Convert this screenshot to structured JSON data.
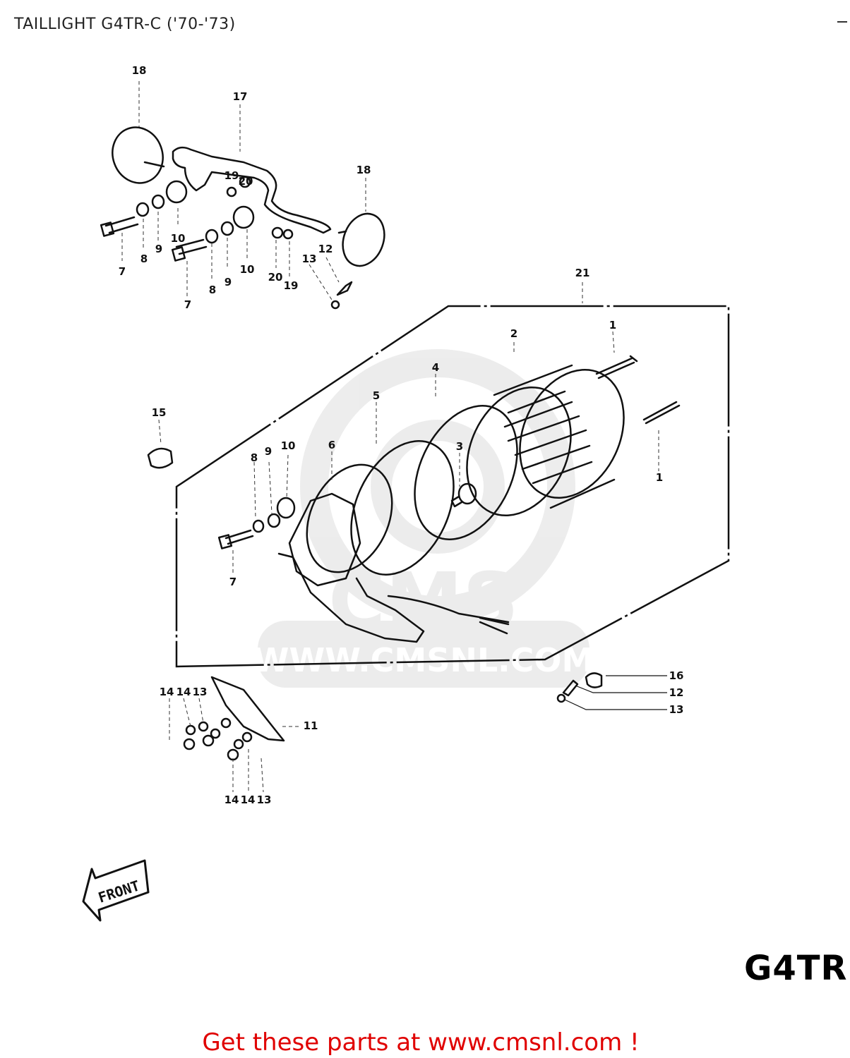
{
  "header": {
    "title": "TAILLIGHT G4TR-C ('70-'73)"
  },
  "diagram": {
    "callouts": [
      {
        "id": "c18a",
        "label": "18"
      },
      {
        "id": "c17",
        "label": "17"
      },
      {
        "id": "c19a",
        "label": "19"
      },
      {
        "id": "c20a",
        "label": "20"
      },
      {
        "id": "c18b",
        "label": "18"
      },
      {
        "id": "c10a",
        "label": "10"
      },
      {
        "id": "c7a",
        "label": "7"
      },
      {
        "id": "c8a",
        "label": "8"
      },
      {
        "id": "c9a",
        "label": "9"
      },
      {
        "id": "c10b",
        "label": "10"
      },
      {
        "id": "c7b",
        "label": "7"
      },
      {
        "id": "c8b",
        "label": "8"
      },
      {
        "id": "c9b",
        "label": "9"
      },
      {
        "id": "c20b",
        "label": "20"
      },
      {
        "id": "c19b",
        "label": "19"
      },
      {
        "id": "c13a",
        "label": "13"
      },
      {
        "id": "c12a",
        "label": "12"
      },
      {
        "id": "c21",
        "label": "21"
      },
      {
        "id": "c2",
        "label": "2"
      },
      {
        "id": "c1a",
        "label": "1"
      },
      {
        "id": "c4",
        "label": "4"
      },
      {
        "id": "c5",
        "label": "5"
      },
      {
        "id": "c15",
        "label": "15"
      },
      {
        "id": "c8c",
        "label": "8"
      },
      {
        "id": "c9c",
        "label": "9"
      },
      {
        "id": "c10c",
        "label": "10"
      },
      {
        "id": "c6",
        "label": "6"
      },
      {
        "id": "c3",
        "label": "3"
      },
      {
        "id": "c1b",
        "label": "1"
      },
      {
        "id": "c7c",
        "label": "7"
      },
      {
        "id": "c16",
        "label": "16"
      },
      {
        "id": "c12b",
        "label": "12"
      },
      {
        "id": "c13b",
        "label": "13"
      },
      {
        "id": "c14a",
        "label": "14"
      },
      {
        "id": "c14b",
        "label": "14"
      },
      {
        "id": "c13c",
        "label": "13"
      },
      {
        "id": "c11",
        "label": "11"
      },
      {
        "id": "c14c",
        "label": "14"
      },
      {
        "id": "c14d",
        "label": "14"
      },
      {
        "id": "c13d",
        "label": "13"
      }
    ],
    "front_arrow_label": "FRONT",
    "watermark": {
      "brand": "CMS",
      "url": "WWW.CMSNL.COM"
    }
  },
  "footer": {
    "model_code": "G4TR",
    "cta_text": "Get these parts at www.cmsnl.com !",
    "cta_color": "#e00000"
  }
}
